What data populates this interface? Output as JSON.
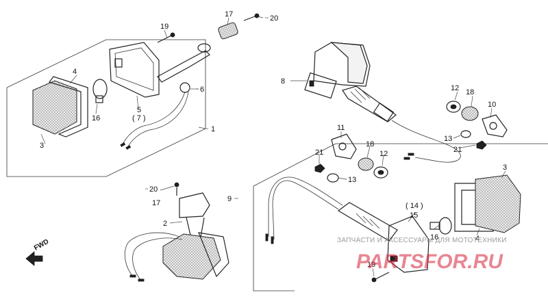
{
  "callouts": {
    "c1": "1",
    "c2": "2",
    "c3a": "3",
    "c3b": "3",
    "c4a": "4",
    "c4b": "4",
    "c5": "5",
    "c7": "( 7 )",
    "c6": "6",
    "c8": "8",
    "c9": "9",
    "c10": "10",
    "c11": "11",
    "c12a": "12",
    "c12b": "12",
    "c13a": "13",
    "c13b": "13",
    "c14": "( 14 )",
    "c15": "15",
    "c16a": "16",
    "c16b": "16",
    "c17a": "17",
    "c17b": "17",
    "c18a": "18",
    "c18b": "18",
    "c19a": "19",
    "c19b": "19",
    "c20a": "20",
    "c20b": "20",
    "c21a": "21",
    "c21b": "21"
  },
  "fwd_label": "FWD",
  "watermark": {
    "line1": "ЗАПЧАСТИ И АКСЕССУАРЫ ДЛЯ МОТОТЕХНИКИ",
    "line2": "PARTSFOR.RU"
  }
}
